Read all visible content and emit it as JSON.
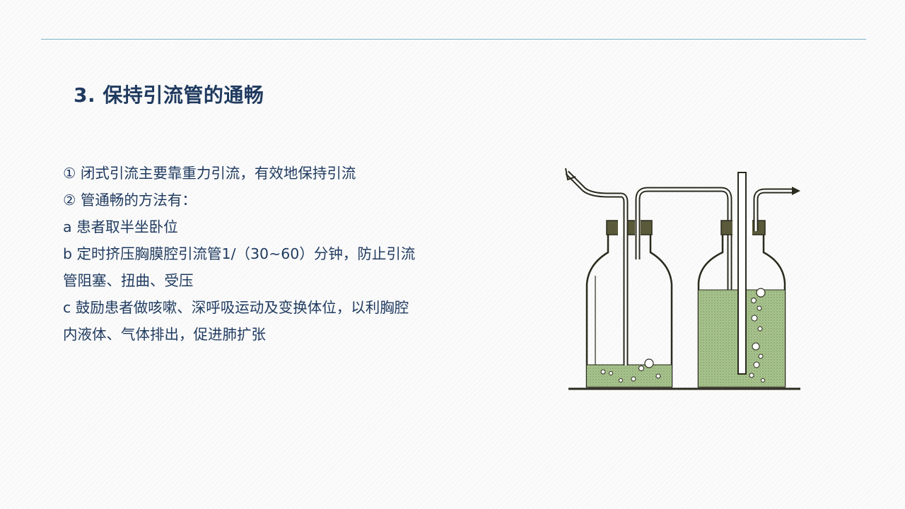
{
  "slide": {
    "title": "3. 保持引流管的通畅",
    "lines": [
      "① 闭式引流主要靠重力引流，有效地保持引流",
      "②   管通畅的方法有：",
      " a  患者取半坐卧位",
      " b  定时挤压胸膜腔引流管1/（30~60）分钟，防止引流",
      "管阻塞、扭曲、受压",
      " c   鼓励患者做咳嗽、深呼吸运动及变换体位，以利胸腔",
      "内液体、气体排出，促进肺扩张"
    ]
  },
  "colors": {
    "title": "#1f3a5f",
    "text": "#1f3a5f",
    "rule": "#7fb3c8",
    "liquid": "#a9c48e",
    "outline": "#2a2a1e"
  }
}
